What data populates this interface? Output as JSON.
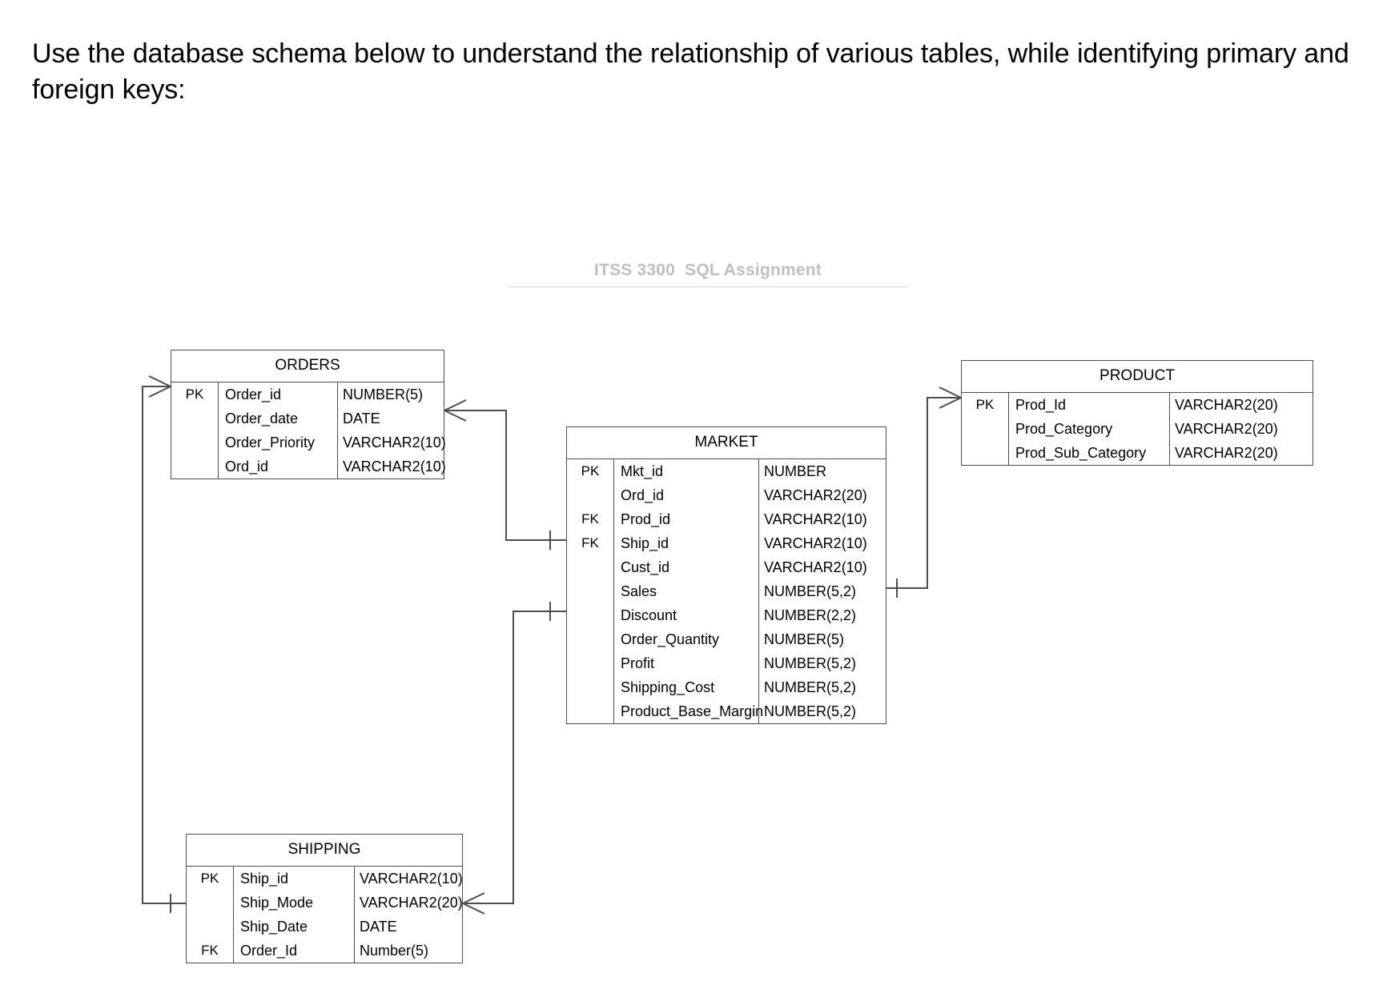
{
  "heading": {
    "text": "Use the database schema below to understand the relationship of various tables, while identifying primary and foreign keys:"
  },
  "watermark": {
    "text": "ITSS 3300  SQL Assignment"
  },
  "colors": {
    "line": "#4d4d4d",
    "text": "#000000",
    "watermark": "#bfbfbf",
    "background": "#ffffff"
  },
  "diagram": {
    "type": "entity-relationship-diagram",
    "notation": "crow's-foot",
    "entities": [
      {
        "id": "orders",
        "name": "ORDERS",
        "attributes": [
          {
            "key": "PK",
            "name": "Order_id",
            "type": "NUMBER(5)"
          },
          {
            "key": "",
            "name": "Order_date",
            "type": "DATE"
          },
          {
            "key": "",
            "name": "Order_Priority",
            "type": "VARCHAR2(10)"
          },
          {
            "key": "",
            "name": "Ord_id",
            "type": "VARCHAR2(10)"
          }
        ]
      },
      {
        "id": "market",
        "name": "MARKET",
        "attributes": [
          {
            "key": "PK",
            "name": "Mkt_id",
            "type": "NUMBER"
          },
          {
            "key": "",
            "name": "Ord_id",
            "type": "VARCHAR2(20)"
          },
          {
            "key": "FK",
            "name": "Prod_id",
            "type": "VARCHAR2(10)"
          },
          {
            "key": "FK",
            "name": "Ship_id",
            "type": "VARCHAR2(10)"
          },
          {
            "key": "",
            "name": "Cust_id",
            "type": "VARCHAR2(10)"
          },
          {
            "key": "",
            "name": "Sales",
            "type": "NUMBER(5,2)"
          },
          {
            "key": "",
            "name": "Discount",
            "type": "NUMBER(2,2)"
          },
          {
            "key": "",
            "name": "Order_Quantity",
            "type": "NUMBER(5)"
          },
          {
            "key": "",
            "name": "Profit",
            "type": "NUMBER(5,2)"
          },
          {
            "key": "",
            "name": "Shipping_Cost",
            "type": "NUMBER(5,2)"
          },
          {
            "key": "",
            "name": "Product_Base_Margin",
            "type": "NUMBER(5,2)"
          }
        ]
      },
      {
        "id": "product",
        "name": "PRODUCT",
        "attributes": [
          {
            "key": "PK",
            "name": "Prod_Id",
            "type": "VARCHAR2(20)"
          },
          {
            "key": "",
            "name": "Prod_Category",
            "type": "VARCHAR2(20)"
          },
          {
            "key": "",
            "name": "Prod_Sub_Category",
            "type": "VARCHAR2(20)"
          }
        ]
      },
      {
        "id": "shipping",
        "name": "SHIPPING",
        "attributes": [
          {
            "key": "PK",
            "name": "Ship_id",
            "type": "VARCHAR2(10)"
          },
          {
            "key": "",
            "name": "Ship_Mode",
            "type": "VARCHAR2(20)"
          },
          {
            "key": "",
            "name": "Ship_Date",
            "type": "DATE"
          },
          {
            "key": "FK",
            "name": "Order_Id",
            "type": "Number(5)"
          }
        ]
      }
    ],
    "relationships": [
      {
        "id": "orders-shipping",
        "from": "ORDERS",
        "from_side": "left",
        "from_marker": "crows-foot",
        "to": "SHIPPING",
        "to_side": "left",
        "to_marker": "one"
      },
      {
        "id": "orders-market",
        "from": "ORDERS",
        "from_side": "right",
        "from_marker": "crows-foot",
        "to": "MARKET",
        "to_side": "left",
        "to_marker": "one"
      },
      {
        "id": "shipping-market",
        "from": "SHIPPING",
        "from_side": "right",
        "from_marker": "crows-foot",
        "to": "MARKET",
        "to_side": "left",
        "to_marker": "one"
      },
      {
        "id": "market-product",
        "from": "MARKET",
        "from_side": "right",
        "from_marker": "one",
        "to": "PRODUCT",
        "to_side": "left",
        "to_marker": "crows-foot"
      }
    ]
  }
}
